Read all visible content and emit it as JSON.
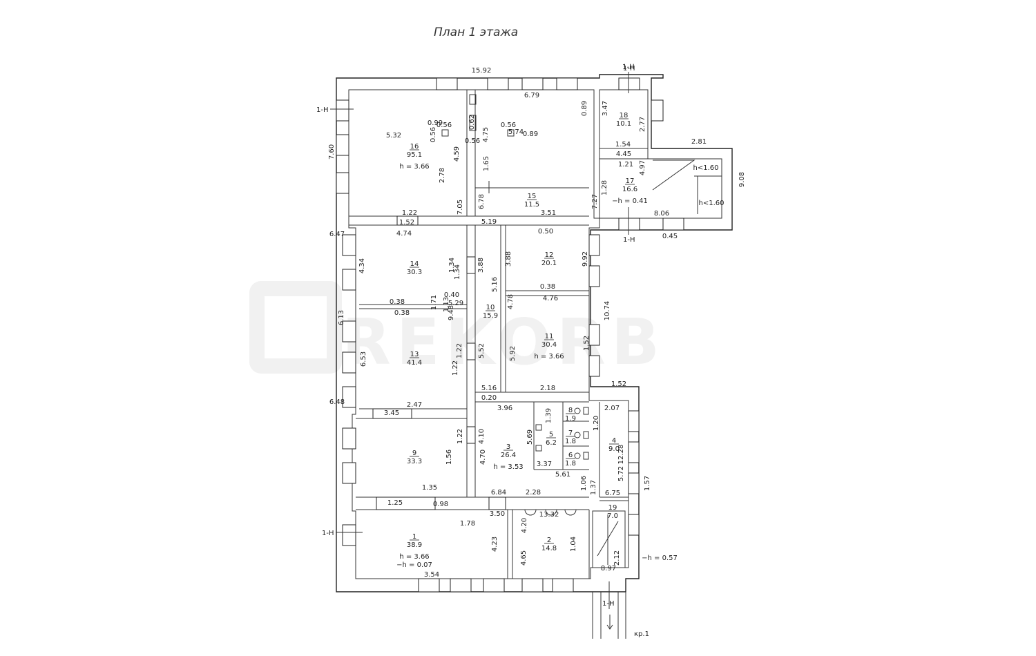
{
  "title": "План 1 этажа",
  "watermark": "REKORB",
  "section_marks": [
    "1-Н",
    "1-Н",
    "1-Н",
    "1-Н",
    "1-Н"
  ],
  "stair_label": "кр.1",
  "rooms": [
    {
      "num": "16",
      "area": "95.1",
      "h": "h = 3.66"
    },
    {
      "num": "15",
      "area": "11.5"
    },
    {
      "num": "18",
      "area": "10.1"
    },
    {
      "num": "17",
      "area": "16.6",
      "h": "−h = 0.41"
    },
    {
      "num": "14",
      "area": "30.3"
    },
    {
      "num": "12",
      "area": "20.1"
    },
    {
      "num": "10",
      "area": "15.9"
    },
    {
      "num": "11",
      "area": "30.4",
      "h": "h = 3.66"
    },
    {
      "num": "13",
      "area": "41.4"
    },
    {
      "num": "9",
      "area": "33.3"
    },
    {
      "num": "3",
      "area": "26.4",
      "h": "h = 3.53"
    },
    {
      "num": "8",
      "area": "1.9"
    },
    {
      "num": "5",
      "area": "6.2"
    },
    {
      "num": "7",
      "area": "1.8"
    },
    {
      "num": "6",
      "area": "1.8"
    },
    {
      "num": "4",
      "area": "9.0"
    },
    {
      "num": "19",
      "area": "7.0"
    },
    {
      "num": "1",
      "area": "38.9",
      "h": "h = 3.66",
      "h2": "−h = 0.07"
    },
    {
      "num": "2",
      "area": "14.8"
    }
  ],
  "heights": [
    "h<1.60",
    "h<1.60",
    "−h = 0.57"
  ],
  "dims": [
    "15.92",
    "1-Н",
    "6.79",
    "5.32",
    "0.56",
    "0.56",
    "0.99",
    "0.62",
    "0.56",
    "0.56",
    "5.74",
    "4.75",
    "0.89",
    "0.89",
    "3.47",
    "2.77",
    "1.54",
    "4.45",
    "2.81",
    "1.21",
    "4.97",
    "9.08",
    "7.60",
    "4.59",
    "2.78",
    "1.65",
    "6.78",
    "3.51",
    "1.28",
    "7.27",
    "8.06",
    "0.45",
    "7.05",
    "1.22",
    "1.52",
    "5.19",
    "0.50",
    "6.47",
    "4.74",
    "4.34",
    "1.34",
    "1.34",
    "3.88",
    "3.88",
    "9.92",
    "5.16",
    "0.38",
    "1.71",
    "0.40",
    "4.78",
    "4.76",
    "0.38",
    "1.13",
    "5.29",
    "0.38",
    "9.48",
    "10.74",
    "6.13",
    "6.53",
    "1.22",
    "1.22",
    "5.52",
    "5.92",
    "1.52",
    "5.16",
    "2.18",
    "1.52",
    "0.20",
    "6.48",
    "2.47",
    "3.45",
    "3.96",
    "1.39",
    "2.07",
    "1.20",
    "1.22",
    "4.10",
    "5.69",
    "4.70",
    "1.56",
    "3.37",
    "5.61",
    "5.72",
    "12.28",
    "1.57",
    "1.06",
    "1.37",
    "6.75",
    "1.35",
    "6.84",
    "2.28",
    "1.25",
    "0.98",
    "3.50",
    "13.32",
    "1.78",
    "4.20",
    "4.23",
    "1.04",
    "4.65",
    "2.12",
    "8.97",
    "3.54"
  ]
}
